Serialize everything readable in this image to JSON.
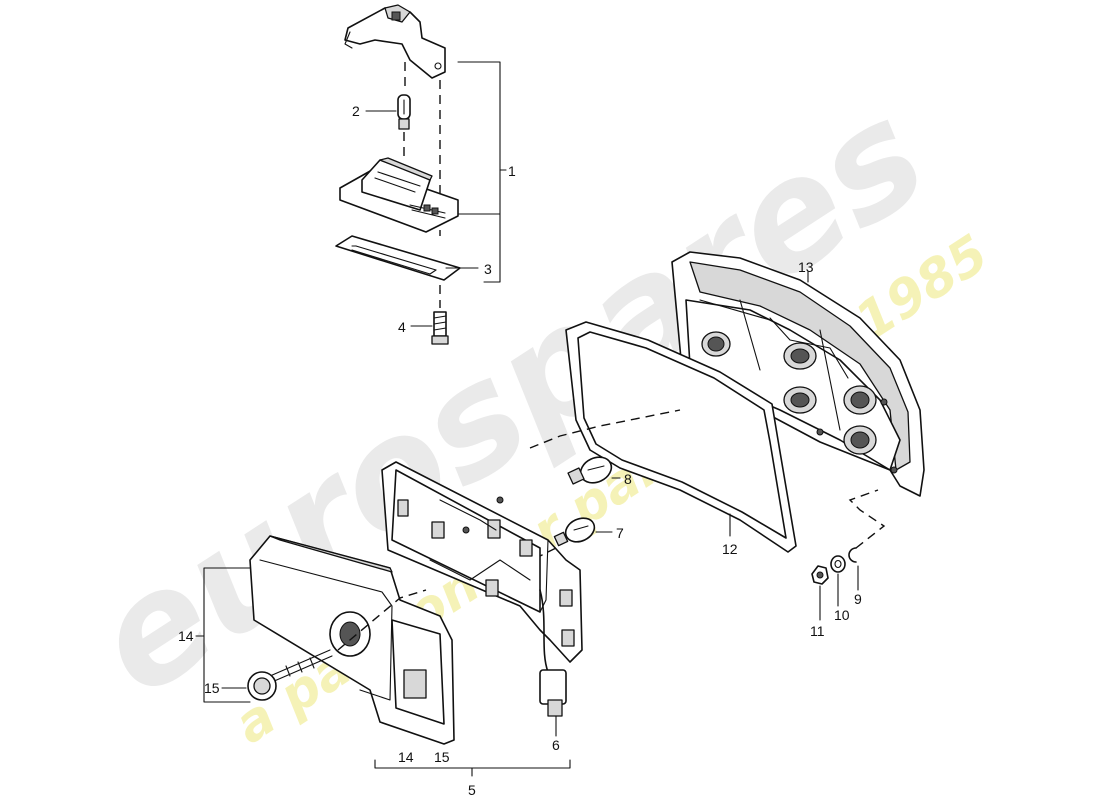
{
  "watermark": {
    "brand": "eurospares",
    "tagline": "a passion for parts since 1985",
    "brand_color": "#e3e3e3",
    "tagline_color": "#f3f0a6"
  },
  "callouts": [
    {
      "id": "1",
      "label": "1"
    },
    {
      "id": "2",
      "label": "2"
    },
    {
      "id": "3",
      "label": "3"
    },
    {
      "id": "4",
      "label": "4"
    },
    {
      "id": "5",
      "label": "5"
    },
    {
      "id": "6",
      "label": "6"
    },
    {
      "id": "7",
      "label": "7"
    },
    {
      "id": "8",
      "label": "8"
    },
    {
      "id": "9",
      "label": "9"
    },
    {
      "id": "10",
      "label": "10"
    },
    {
      "id": "11",
      "label": "11"
    },
    {
      "id": "12",
      "label": "12"
    },
    {
      "id": "13",
      "label": "13"
    },
    {
      "id": "14",
      "label": "14"
    },
    {
      "id": "15",
      "label": "15"
    }
  ],
  "group_labels": {
    "group5_items": [
      "14",
      "15",
      "6"
    ],
    "group5_total": "5"
  }
}
